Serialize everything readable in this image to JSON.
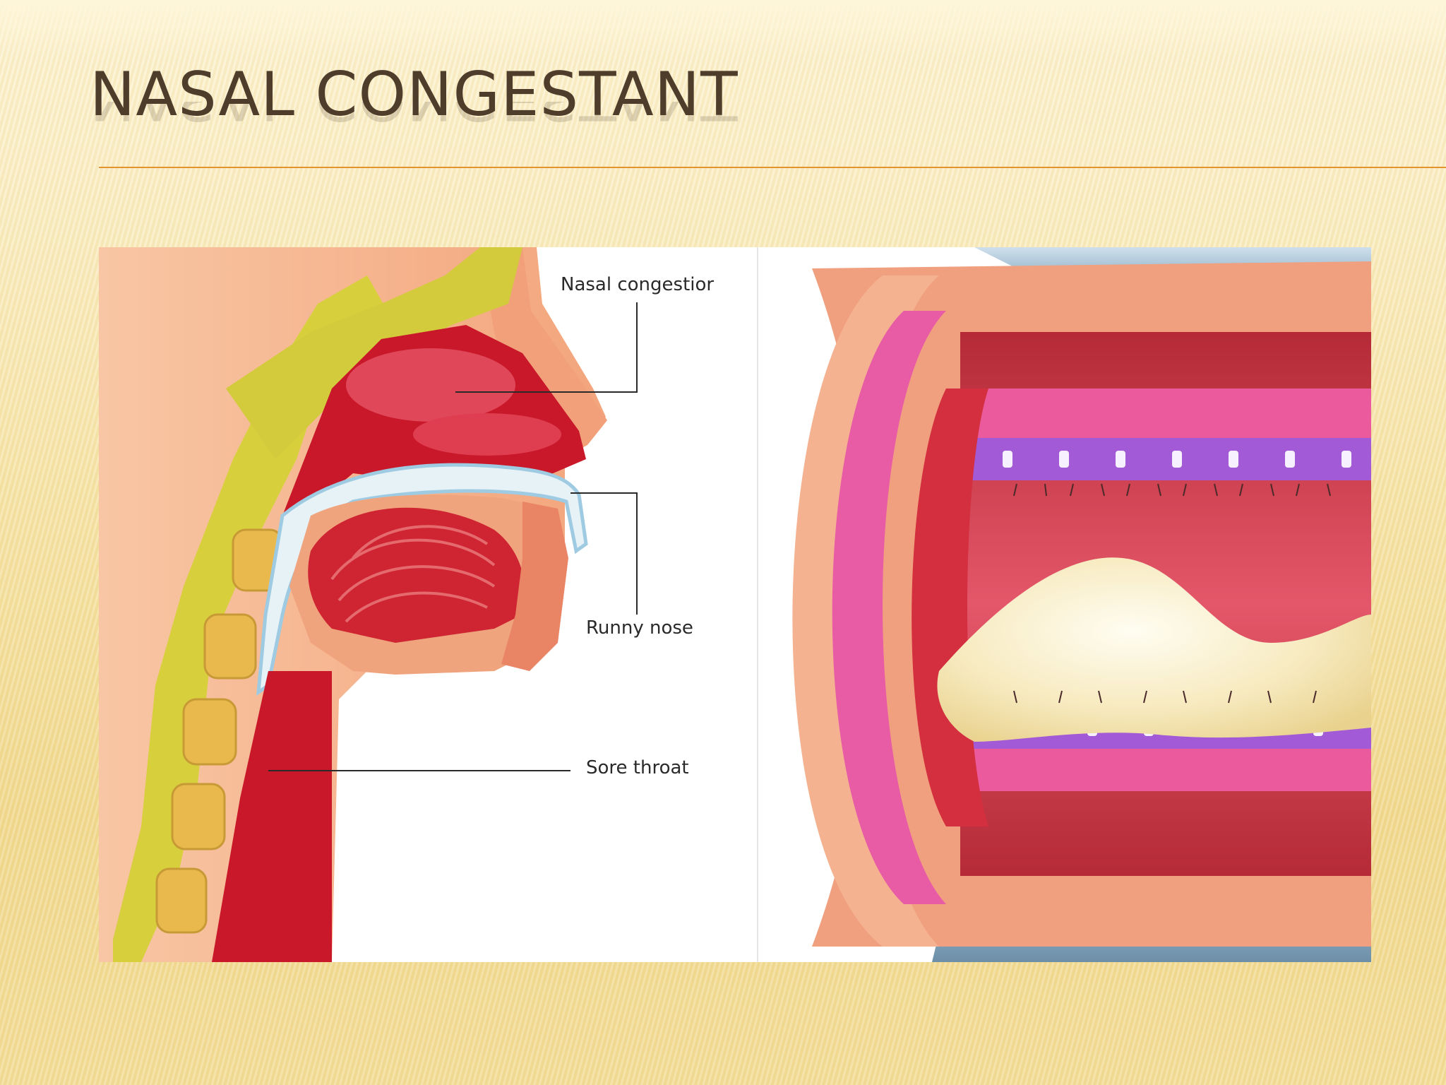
{
  "slide": {
    "title": "NASAL CONGESTANT"
  },
  "diagram": {
    "labels": {
      "nasal_congestion": "Nasal congestior",
      "runny_nose": "Runny nose",
      "sore_throat": "Sore throat"
    }
  },
  "colors": {
    "title": "#4e3d2b",
    "rule": "#e2952e",
    "tissue_red": "#c8182a",
    "skin": "#f4a57e",
    "bone": "#d7cf3e",
    "mucus": "#f8ecc2",
    "epithelium": "#a35ad6"
  }
}
